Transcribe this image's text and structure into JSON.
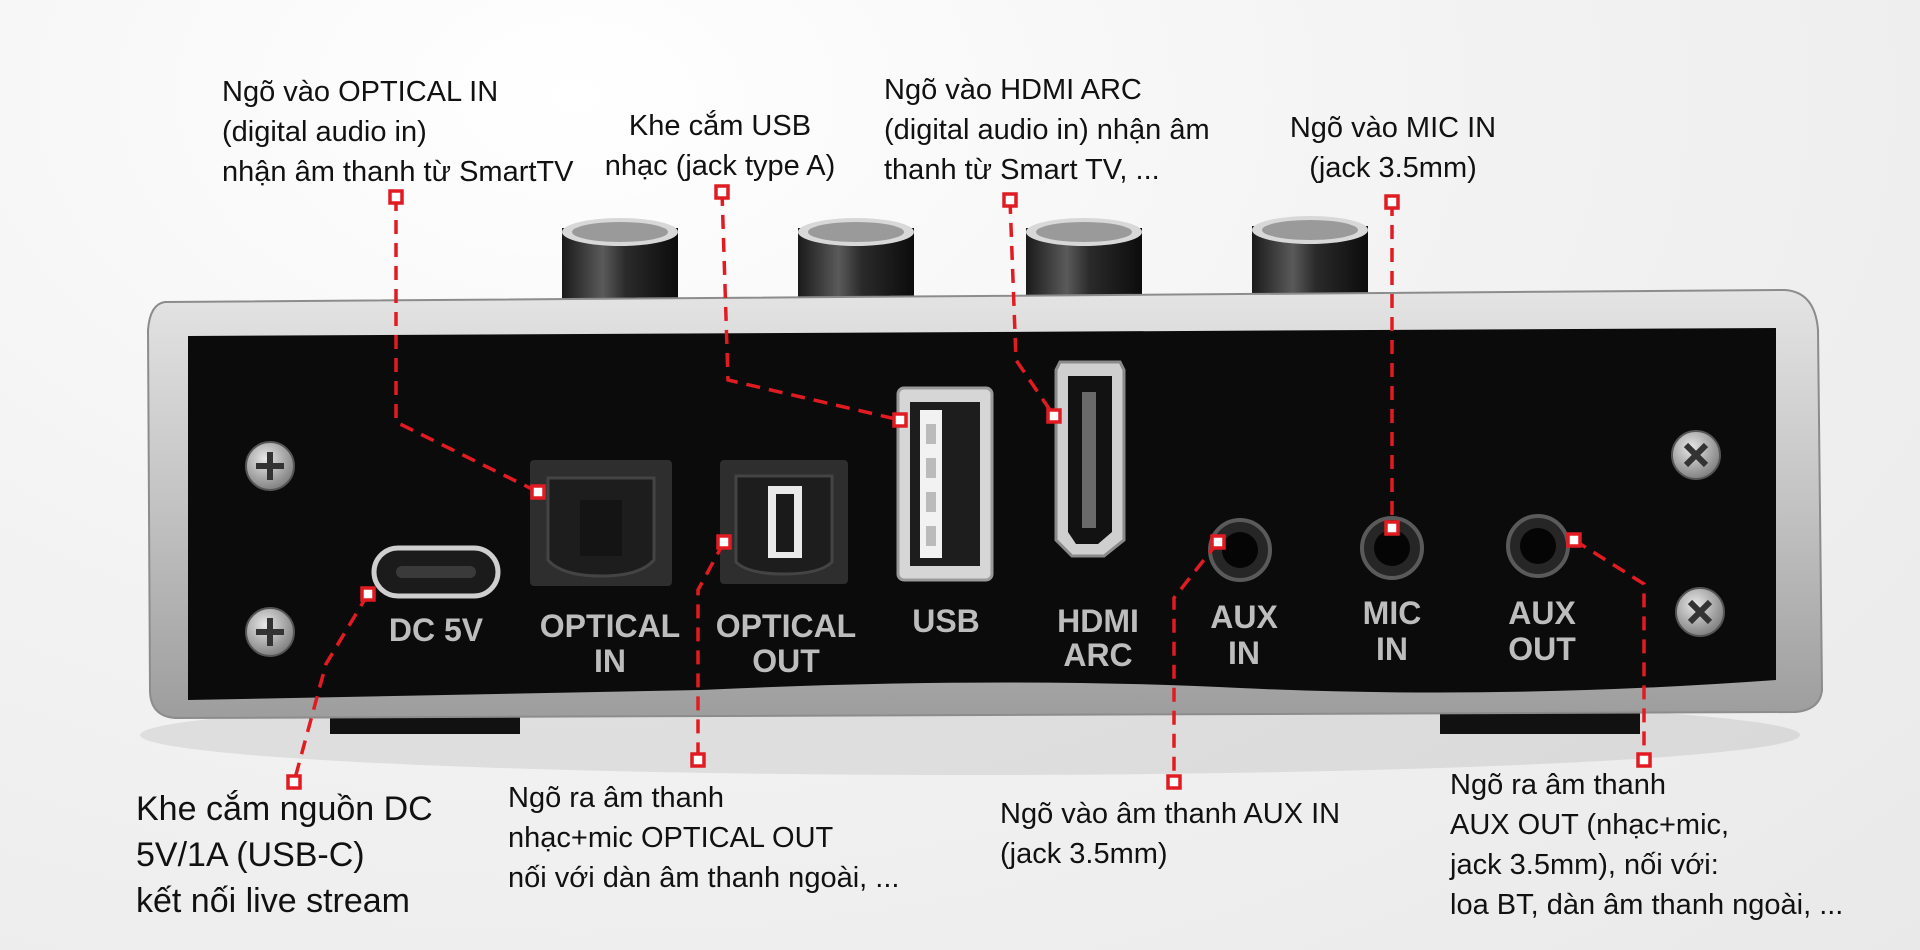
{
  "callouts": {
    "optical_in": {
      "line1": "Ngõ vào OPTICAL IN",
      "line2": "(digital audio in)",
      "line3": "nhận âm thanh từ SmartTV"
    },
    "usb_slot": {
      "line1": "Khe cắm USB",
      "line2": "nhạc (jack type A)"
    },
    "hdmi_arc": {
      "line1": "Ngõ vào HDMI ARC",
      "line2": "(digital audio in) nhận âm",
      "line3": "thanh từ Smart TV, ..."
    },
    "mic_in": {
      "line1": "Ngõ vào MIC IN",
      "line2": "(jack 3.5mm)"
    },
    "dc_power": {
      "line1": "Khe cắm nguồn DC",
      "line2": "5V/1A (USB-C)",
      "line3": "kết nối live stream"
    },
    "optical_out": {
      "line1": "Ngõ ra âm thanh",
      "line2": "nhạc+mic OPTICAL OUT",
      "line3": "nối với dàn âm thanh ngoài, ..."
    },
    "aux_in": {
      "line1": "Ngõ vào âm thanh AUX IN",
      "line2": "(jack 3.5mm)"
    },
    "aux_out": {
      "line1": "Ngõ ra âm thanh",
      "line2": "AUX OUT (nhạc+mic,",
      "line3": "jack 3.5mm), nối với:",
      "line4": "loa BT, dàn âm thanh ngoài, ..."
    }
  },
  "port_labels": {
    "dc": "DC 5V",
    "optical_in_1": "OPTICAL",
    "optical_in_2": "IN",
    "optical_out_1": "OPTICAL",
    "optical_out_2": "OUT",
    "usb": "USB",
    "hdmi_1": "HDMI",
    "hdmi_2": "ARC",
    "aux_in_1": "AUX",
    "aux_in_2": "IN",
    "mic_in_1": "MIC",
    "mic_in_2": "IN",
    "aux_out_1": "AUX",
    "aux_out_2": "OUT"
  },
  "colors": {
    "leader": "#e11b22",
    "panel": "#0b0b0b",
    "chassis": "#c9c9c9",
    "port_label": "#bdbdbd"
  }
}
